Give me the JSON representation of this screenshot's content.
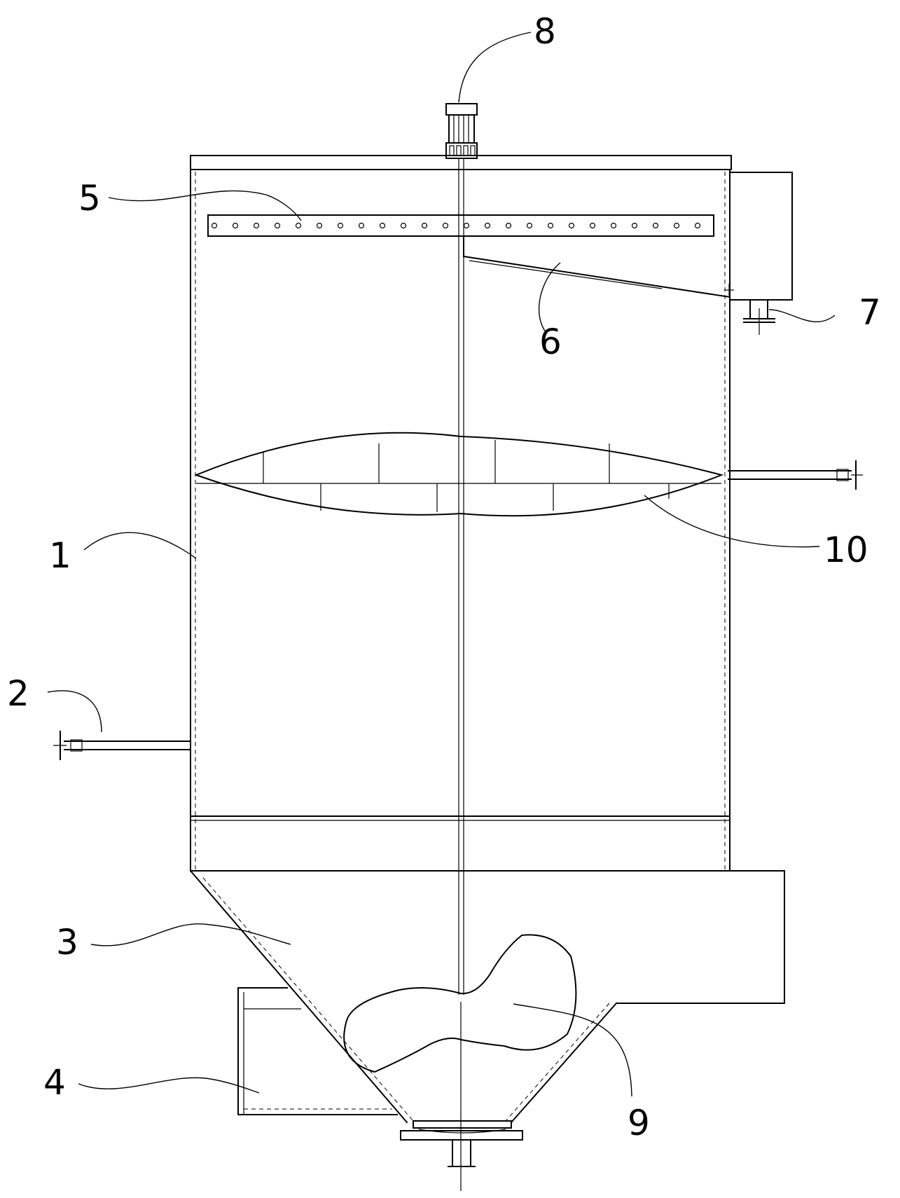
{
  "diagram": {
    "labels": {
      "tank_body": "1",
      "inlet_pipe": "2",
      "cone_hopper": "3",
      "discharge_chute": "4",
      "spray_header": "5",
      "overflow_trough": "6",
      "overflow_outlet": "7",
      "motor": "8",
      "mixing_paddle": "9",
      "distribution_disc": "10"
    },
    "icons": {
      "motor": "motor-icon",
      "flange": "flange-icon"
    },
    "colors": {
      "line": "#000000",
      "background": "#ffffff"
    }
  }
}
